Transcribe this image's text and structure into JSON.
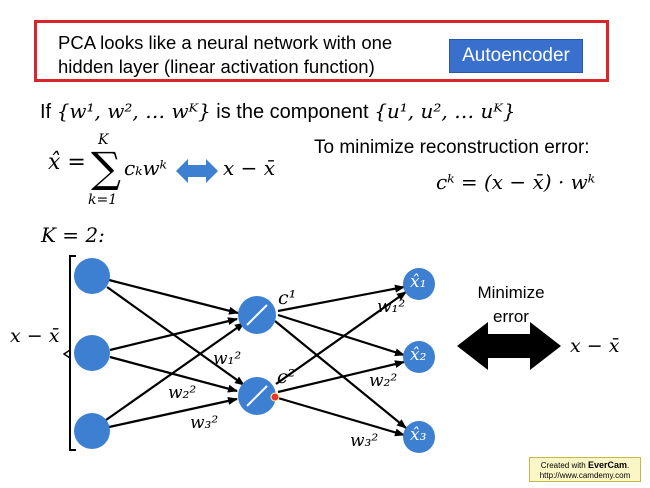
{
  "header": {
    "statement": "PCA looks like a neural network with one hidden layer (linear activation function)",
    "button_label": "Autoencoder"
  },
  "equations": {
    "component_prefix": "If",
    "component_set_w": "{w¹, w², … wᴷ}",
    "component_middle": "is the component",
    "component_set_u": "{u¹, u², … uᴷ}",
    "xhat_lhs": "x̂ =",
    "sum_upper": "K",
    "sum_lower": "k=1",
    "sum_term": "cₖwᵏ",
    "target": "x − x̄",
    "minimize_title": "To minimize reconstruction error:",
    "ck_formula": "cᵏ = (x − x̄) · wᵏ",
    "k_value": "K = 2:"
  },
  "network": {
    "input_label": "x − x̄",
    "hidden_labels": [
      "c¹",
      "c²"
    ],
    "output_labels": [
      "x̂₁",
      "x̂₂",
      "x̂₃"
    ],
    "weight_labels_in": [
      "w₁²",
      "w₂²",
      "w₃²"
    ],
    "weight_labels_out": [
      "w₁²",
      "w₂²",
      "w₃²"
    ],
    "node_color": "#3d7fd0",
    "compare_title": "Minimize error",
    "compare_target": "x − x̄"
  },
  "watermark": {
    "line1_prefix": "Created with",
    "brand": "EverCam",
    "line2": "http://www.camdemy.com"
  }
}
